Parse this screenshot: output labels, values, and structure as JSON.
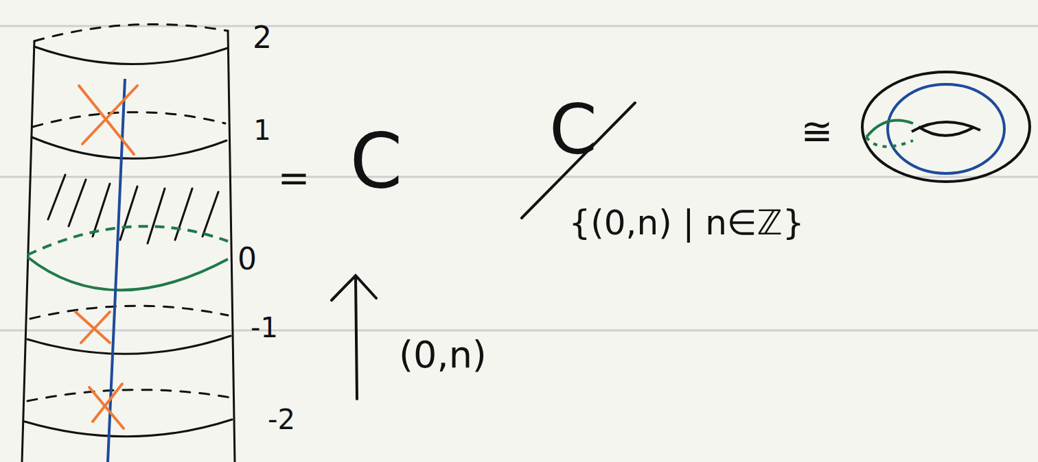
{
  "diagram": {
    "labels": [
      "2",
      "1",
      "0",
      "-1",
      "-2",
      "=",
      "C",
      "(0,n)",
      "C",
      "{(0,n) | n∈ℤ}",
      "≅"
    ]
  }
}
